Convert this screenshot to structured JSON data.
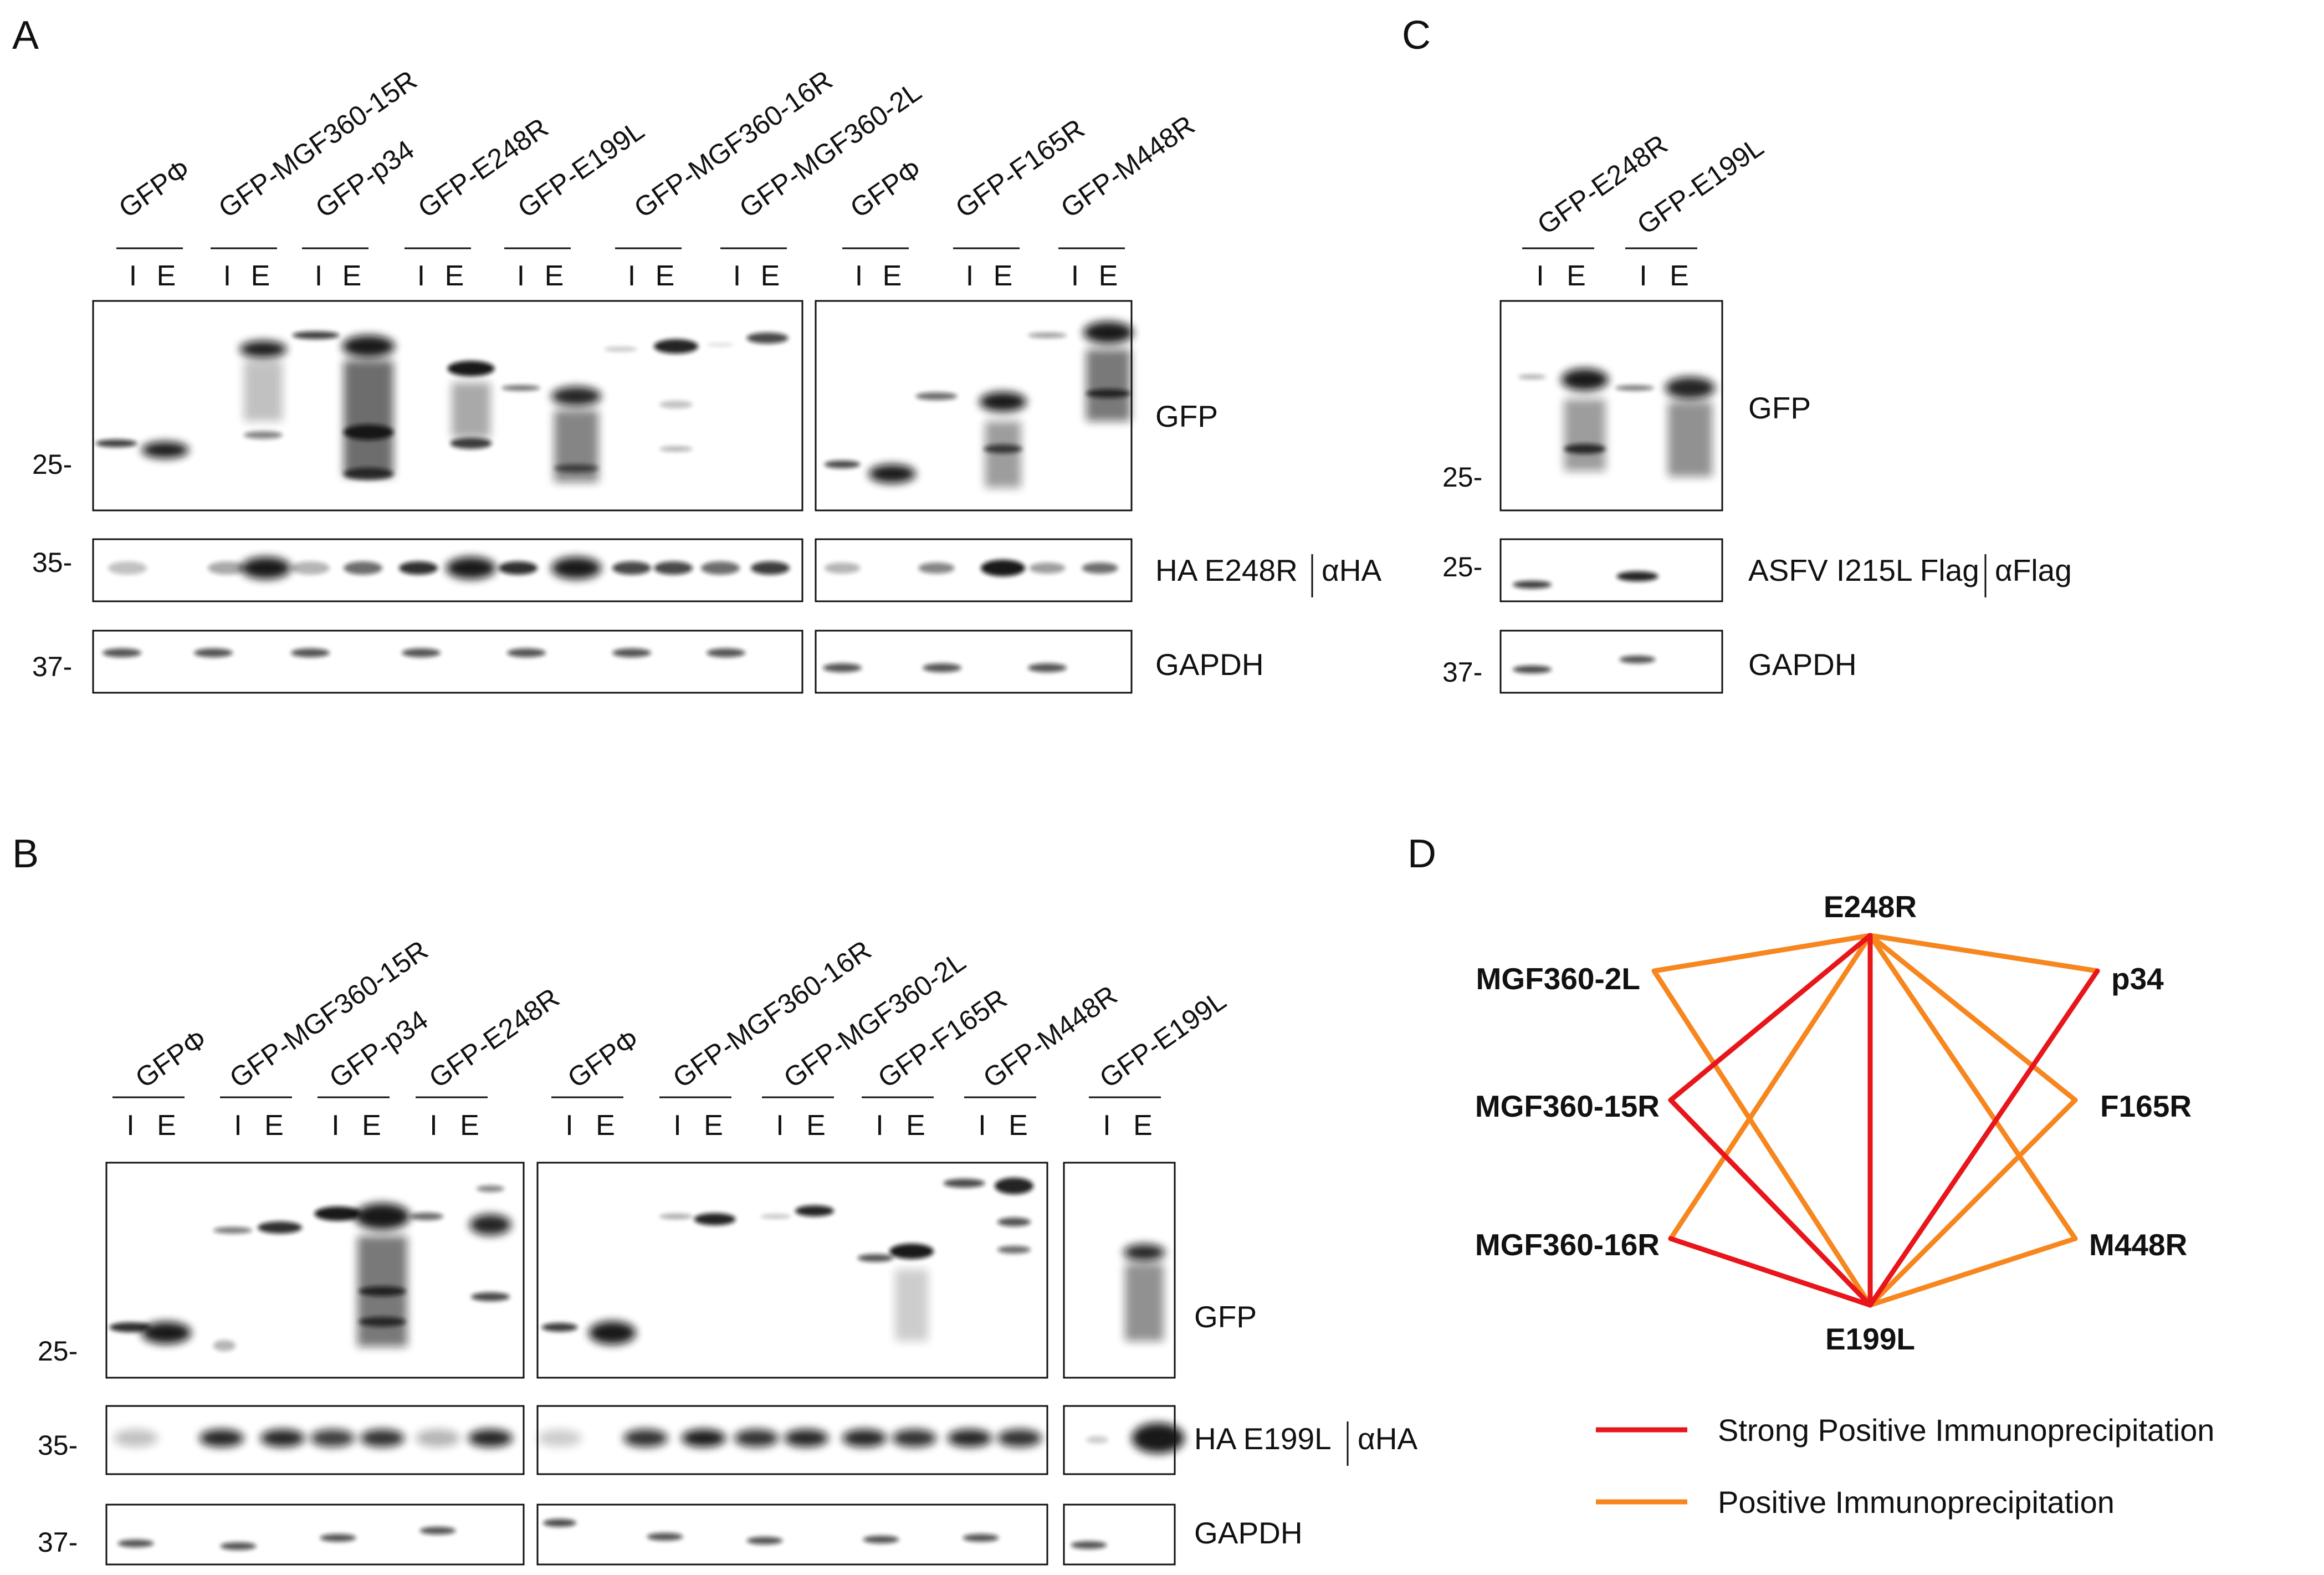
{
  "panel_letters": {
    "a": "A",
    "b": "B",
    "c": "C",
    "d": "D"
  },
  "ie": {
    "i": "I",
    "e": "E"
  },
  "panel_a": {
    "lanes_left": [
      "GFPΦ",
      "GFP-MGF360-15R",
      "GFP-p34",
      "GFP-E248R",
      "GFP-E199L",
      "GFP-MGF360-16R",
      "GFP-MGF360-2L"
    ],
    "lanes_right": [
      "GFPΦ",
      "GFP-F165R",
      "GFP-M448R"
    ],
    "blot_gfp": "GFP",
    "blot_ha_name": "HA E248R",
    "blot_ha_ab": "αHA",
    "blot_gapdh": "GAPDH",
    "mw": [
      "25-",
      "35-",
      "37-"
    ]
  },
  "panel_b": {
    "lanes_1": [
      "GFPΦ",
      "GFP-MGF360-15R",
      "GFP-p34",
      "GFP-E248R"
    ],
    "lanes_2": [
      "GFPΦ",
      "GFP-MGF360-16R",
      "GFP-MGF360-2L",
      "GFP-F165R",
      "GFP-M448R"
    ],
    "lanes_3": [
      "GFP-E199L"
    ],
    "blot_gfp": "GFP",
    "blot_ha_name": "HA E199L",
    "blot_ha_ab": "αHA",
    "blot_gapdh": "GAPDH",
    "mw": [
      "25-",
      "35-",
      "37-"
    ]
  },
  "panel_c": {
    "lanes": [
      "GFP-E248R",
      "GFP-E199L"
    ],
    "blot_gfp": "GFP",
    "blot_flag_name": "ASFV I215L Flag",
    "blot_flag_ab": "αFlag",
    "blot_gapdh": "GAPDH",
    "mw": [
      "25-",
      "25-",
      "37-"
    ]
  },
  "panel_d": {
    "nodes": {
      "e248r": "E248R",
      "e199l": "E199L",
      "mgf2l": "MGF360-2L",
      "mgf15r": "MGF360-15R",
      "mgf16r": "MGF360-16R",
      "p34": "p34",
      "f165r": "F165R",
      "m448r": "M448R"
    },
    "edges": [
      {
        "from": "e248r",
        "to": "mgf15r",
        "kind": "strong"
      },
      {
        "from": "e248r",
        "to": "e199l",
        "kind": "strong"
      },
      {
        "from": "e248r",
        "to": "mgf16r",
        "kind": "positive"
      },
      {
        "from": "e248r",
        "to": "mgf2l",
        "kind": "positive"
      },
      {
        "from": "e248r",
        "to": "p34",
        "kind": "positive"
      },
      {
        "from": "e248r",
        "to": "f165r",
        "kind": "positive"
      },
      {
        "from": "e248r",
        "to": "m448r",
        "kind": "positive"
      },
      {
        "from": "e199l",
        "to": "mgf15r",
        "kind": "strong"
      },
      {
        "from": "e199l",
        "to": "mgf16r",
        "kind": "strong"
      },
      {
        "from": "e199l",
        "to": "p34",
        "kind": "strong"
      },
      {
        "from": "e199l",
        "to": "mgf2l",
        "kind": "positive"
      },
      {
        "from": "e199l",
        "to": "f165r",
        "kind": "positive"
      },
      {
        "from": "e199l",
        "to": "m448r",
        "kind": "positive"
      }
    ],
    "legend": {
      "strong": "Strong Positive Immunoprecipitation",
      "positive": "Positive Immunoprecipitation"
    },
    "colors": {
      "strong": "#e8161b",
      "positive": "#f7861e"
    }
  }
}
